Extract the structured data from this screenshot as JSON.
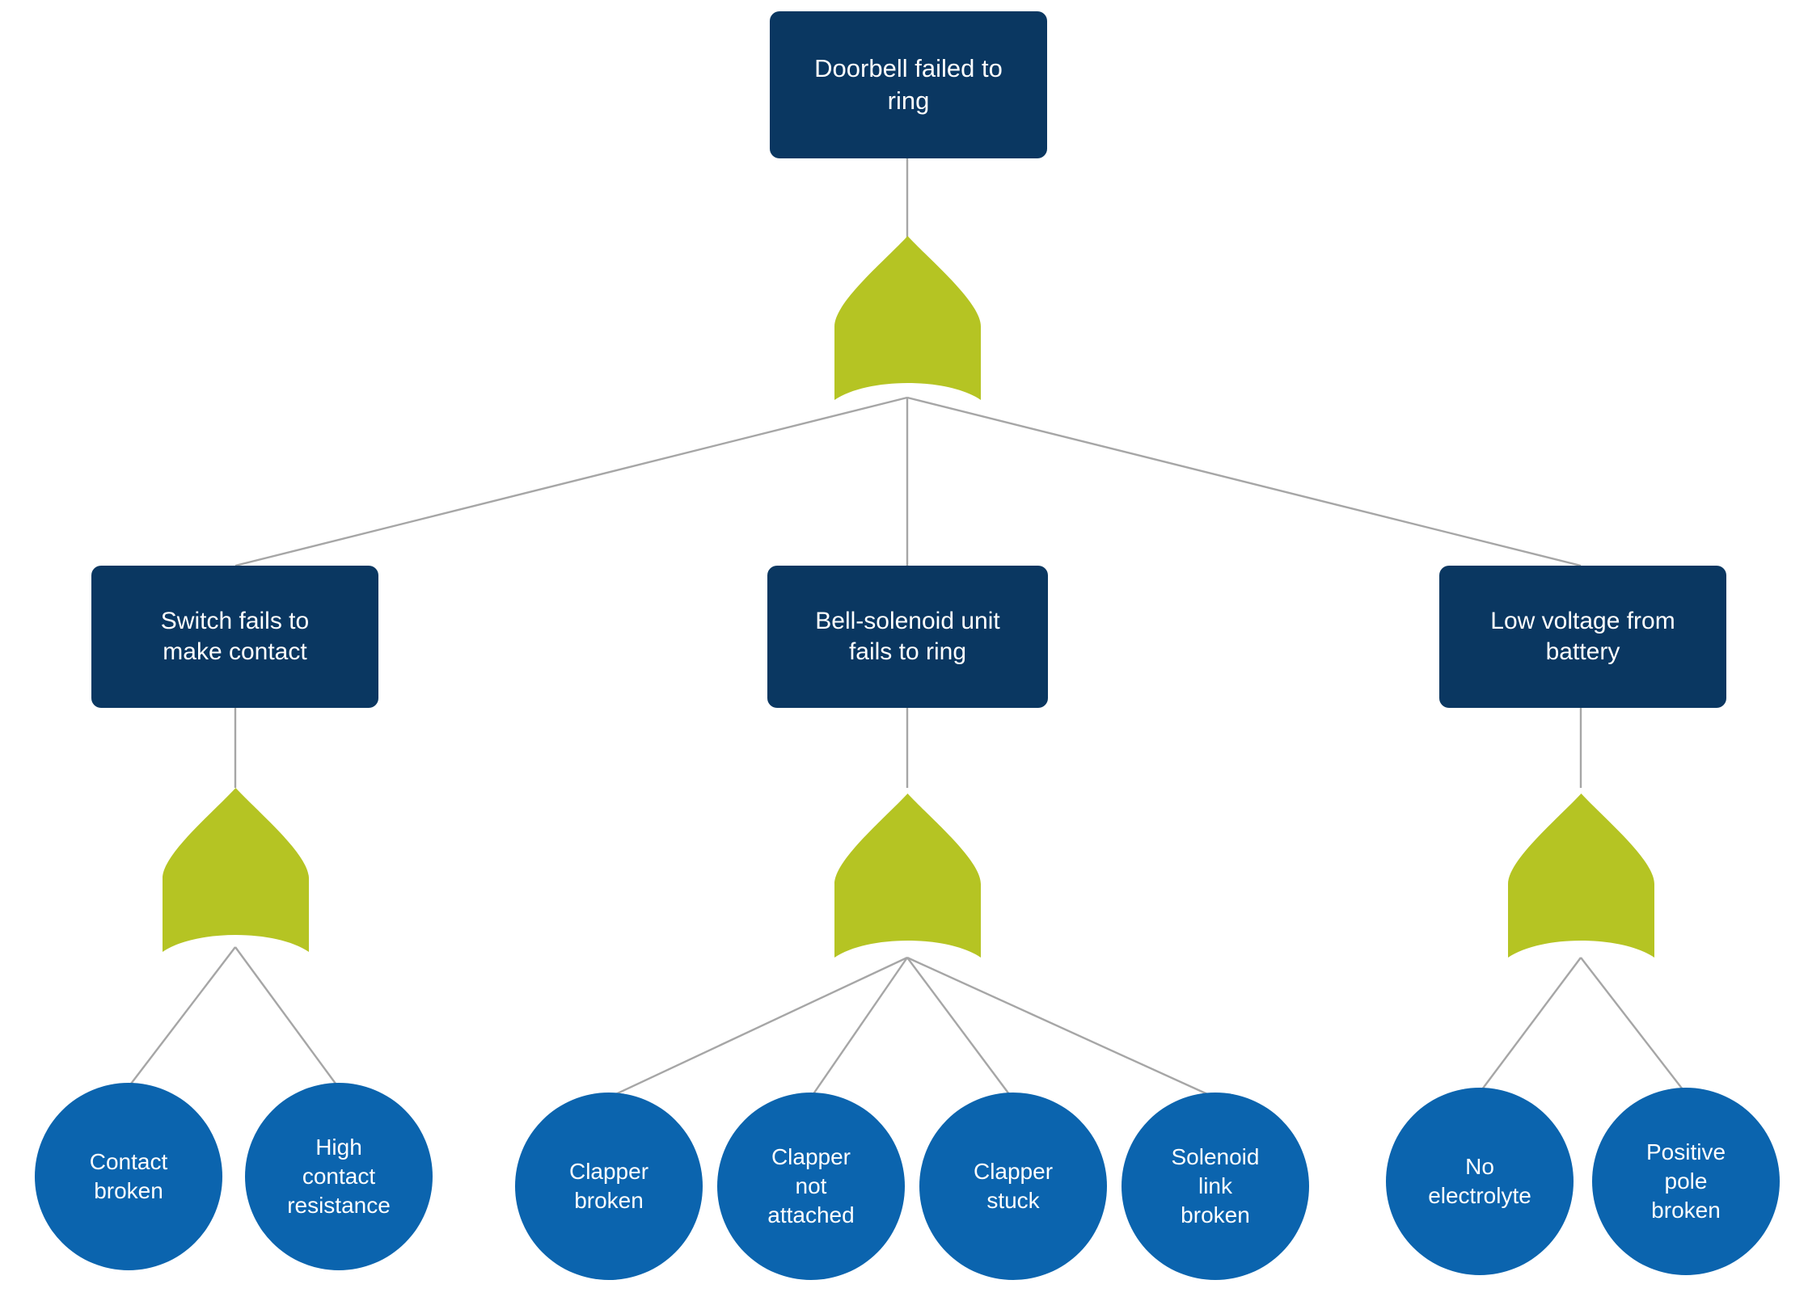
{
  "diagram": {
    "type": "fault-tree",
    "title_node": "Doorbell failed to ring",
    "colors": {
      "event_box": "#0A3761",
      "basic_event": "#0B64AE",
      "gate": "#B5C423",
      "connector": "#A6A6A6",
      "text": "#FFFFFF",
      "background": "#FFFFFF"
    },
    "gate_type": "OR"
  },
  "nodes": {
    "top_event": {
      "label": "Doorbell failed to\nring",
      "kind": "event-box"
    },
    "intermediate": [
      {
        "label": "Switch fails to\nmake contact",
        "kind": "event-box"
      },
      {
        "label": "Bell-solenoid unit\nfails to ring",
        "kind": "event-box"
      },
      {
        "label": "Low voltage from\nbattery",
        "kind": "event-box"
      }
    ],
    "basic_events": [
      {
        "label": "Contact\nbroken",
        "kind": "basic-circle",
        "parent": 0
      },
      {
        "label": "High\ncontact\nresistance",
        "kind": "basic-circle",
        "parent": 0
      },
      {
        "label": "Clapper\nbroken",
        "kind": "basic-circle",
        "parent": 1
      },
      {
        "label": "Clapper\nnot\nattached",
        "kind": "basic-circle",
        "parent": 1
      },
      {
        "label": "Clapper\nstuck",
        "kind": "basic-circle",
        "parent": 1
      },
      {
        "label": "Solenoid\nlink\nbroken",
        "kind": "basic-circle",
        "parent": 1
      },
      {
        "label": "No\nelectrolyte",
        "kind": "basic-circle",
        "parent": 2
      },
      {
        "label": "Positive\npole\nbroken",
        "kind": "basic-circle",
        "parent": 2
      }
    ]
  },
  "gates": [
    {
      "name": "or-gate-top",
      "symbol": "OR"
    },
    {
      "name": "or-gate-switch",
      "symbol": "OR"
    },
    {
      "name": "or-gate-bell-solenoid",
      "symbol": "OR"
    },
    {
      "name": "or-gate-battery",
      "symbol": "OR"
    }
  ]
}
